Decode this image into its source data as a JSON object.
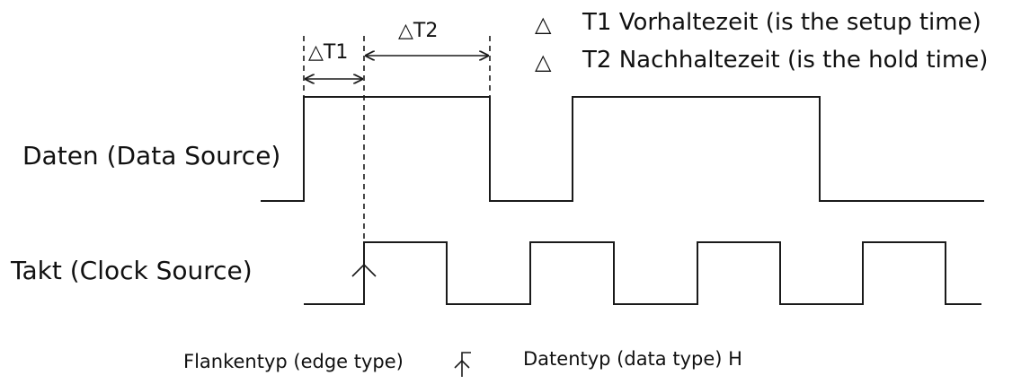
{
  "legend": {
    "item1": {
      "symbol": "△",
      "text": "T1 Vorhaltezeit (is the setup time)"
    },
    "item2": {
      "symbol": "△",
      "text": "T2 Nachhaltezeit (is the hold time)"
    }
  },
  "markers": {
    "t1": "△T1",
    "t2": "△T2"
  },
  "signals": {
    "data_label": "Daten (Data Source)",
    "clock_label": "Takt (Clock Source)"
  },
  "footer": {
    "edge_type_label": "Flankentyp (edge type)",
    "data_type_label": "Datentyp (data type) H"
  },
  "icons": {
    "rising_edge": "rising-edge-icon",
    "interval_arrow": "double-arrow-icon"
  }
}
